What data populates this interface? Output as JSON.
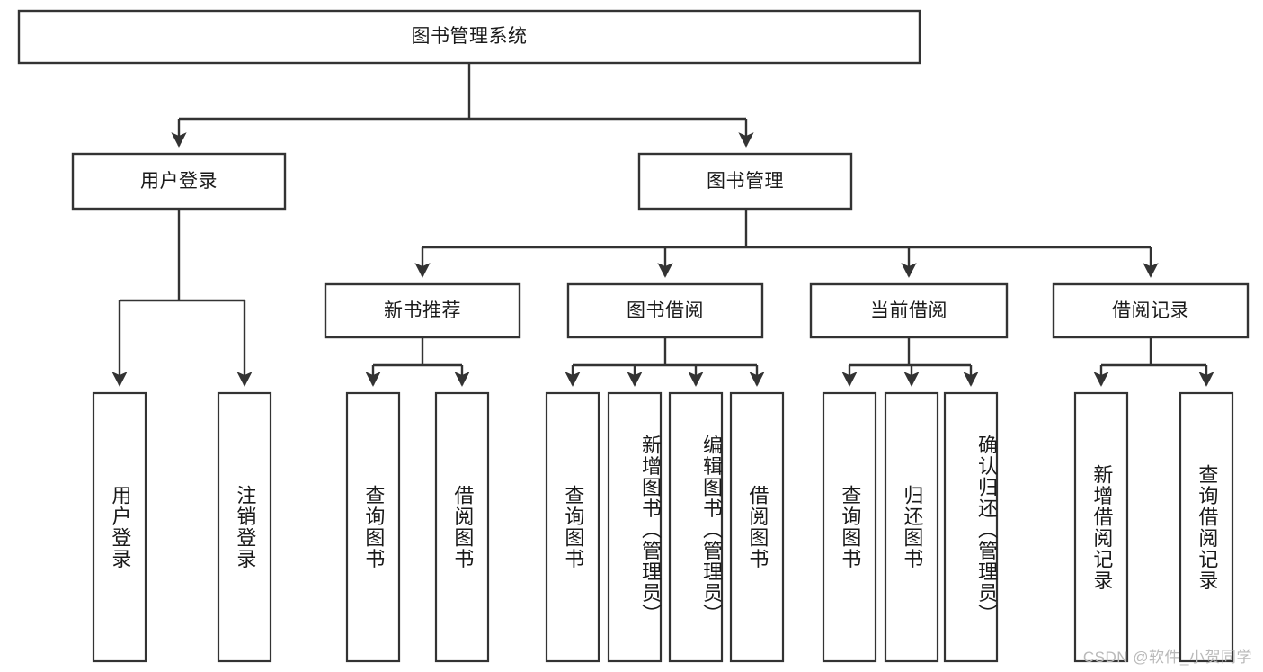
{
  "diagram": {
    "title": "图书管理系统",
    "type": "hierarchy-tree",
    "root": {
      "id": "root",
      "label": "图书管理系统",
      "level": 0
    },
    "level2": [
      {
        "id": "user-login",
        "label": "用户登录"
      },
      {
        "id": "book-manage",
        "label": "图书管理"
      }
    ],
    "level3": [
      {
        "id": "new-book-recommend",
        "label": "新书推荐",
        "parent": "book-manage"
      },
      {
        "id": "book-borrow",
        "label": "图书借阅",
        "parent": "book-manage"
      },
      {
        "id": "current-borrow",
        "label": "当前借阅",
        "parent": "book-manage"
      },
      {
        "id": "borrow-record",
        "label": "借阅记录",
        "parent": "book-manage"
      }
    ],
    "leaves": [
      {
        "id": "leaf-user-login",
        "label": "用户登录",
        "parent": "user-login"
      },
      {
        "id": "leaf-user-logout",
        "label": "注销登录",
        "parent": "user-login"
      },
      {
        "id": "leaf-query-book-1",
        "label": "查询图书",
        "parent": "new-book-recommend"
      },
      {
        "id": "leaf-borrow-book-1",
        "label": "借阅图书",
        "parent": "new-book-recommend"
      },
      {
        "id": "leaf-query-book-2",
        "label": "查询图书",
        "parent": "book-borrow"
      },
      {
        "id": "leaf-add-book",
        "label": "新增图书（管理员）",
        "parent": "book-borrow"
      },
      {
        "id": "leaf-edit-book",
        "label": "编辑图书（管理员）",
        "parent": "book-borrow"
      },
      {
        "id": "leaf-borrow-book-2",
        "label": "借阅图书",
        "parent": "book-borrow"
      },
      {
        "id": "leaf-query-book-3",
        "label": "查询图书",
        "parent": "current-borrow"
      },
      {
        "id": "leaf-return-book",
        "label": "归还图书",
        "parent": "current-borrow"
      },
      {
        "id": "leaf-confirm-return",
        "label": "确认归还（管理员）",
        "parent": "current-borrow"
      },
      {
        "id": "leaf-add-record",
        "label": "新增借阅记录",
        "parent": "borrow-record"
      },
      {
        "id": "leaf-query-record",
        "label": "查询借阅记录",
        "parent": "borrow-record"
      }
    ],
    "colors": {
      "stroke": "#333333",
      "fill": "#ffffff",
      "text": "#1a1a1a",
      "watermark": "#b9b9b9"
    }
  },
  "watermark": {
    "text": "CSDN @软件_小贺同学"
  }
}
